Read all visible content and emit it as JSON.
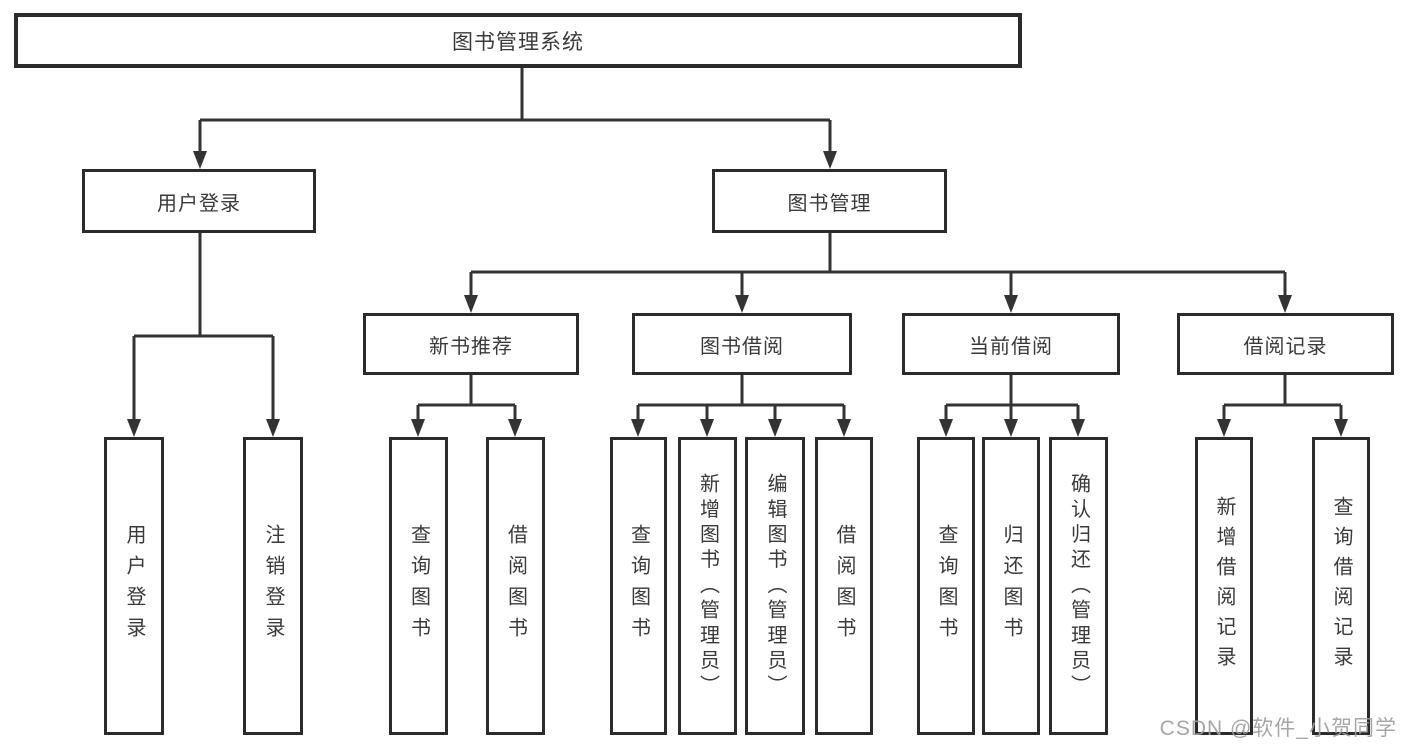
{
  "nodes": {
    "root": "图书管理系统",
    "user_login": "用户登录",
    "book_management": "图书管理",
    "new_book_recommend": "新书推荐",
    "book_borrowing": "图书借阅",
    "current_borrowing": "当前借阅",
    "borrowing_records": "借阅记录",
    "leaves": {
      "user_login": [
        "用户登录",
        "注销登录"
      ],
      "new_book_recommend": [
        "查询图书",
        "借阅图书"
      ],
      "book_borrowing": [
        "查询图书",
        "新增图书（管理员）",
        "编辑图书（管理员）",
        "借阅图书"
      ],
      "current_borrowing": [
        "查询图书",
        "归还图书",
        "确认归还（管理员）"
      ],
      "borrowing_records": [
        "新增借阅记录",
        "查询借阅记录"
      ]
    }
  },
  "watermark": {
    "text": "CSDN @软件_小贺同学"
  },
  "colors": {
    "line": "#333333",
    "box_border": "#2b2b2b",
    "text": "#3a3a3a",
    "watermark": "#9e9e9e",
    "background": "#ffffff"
  }
}
